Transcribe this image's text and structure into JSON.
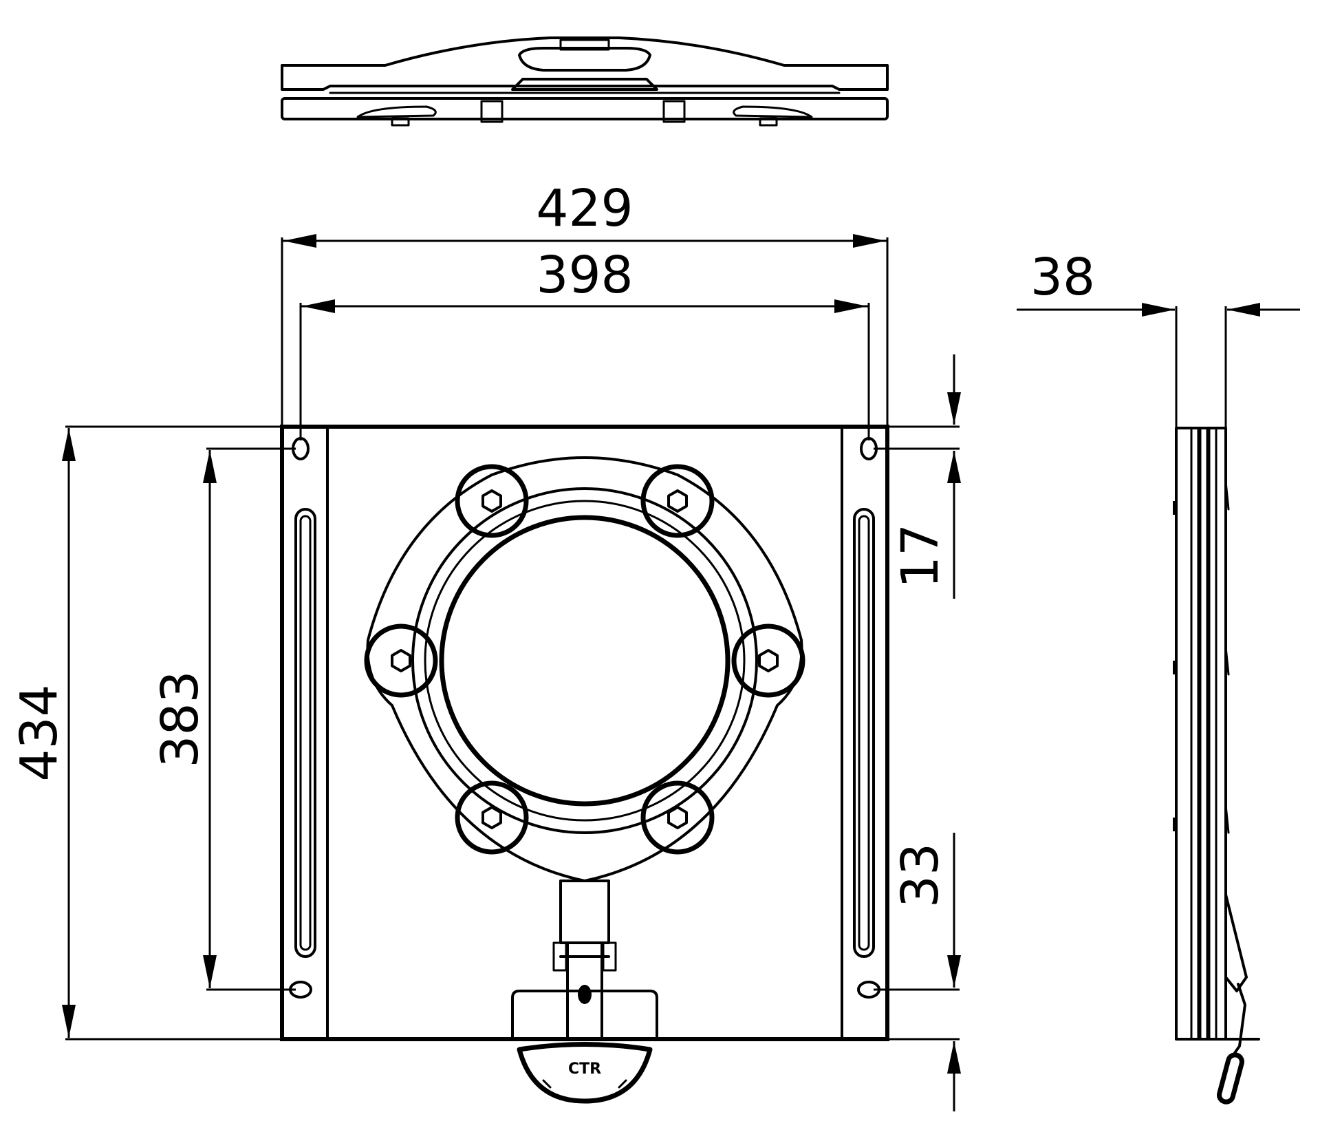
{
  "dimensions": {
    "overall_width": "429",
    "hole_spacing_width": "398",
    "depth": "38",
    "overall_height": "434",
    "hole_spacing_height": "383",
    "top_offset": "17",
    "bottom_offset": "33"
  },
  "logo_text": "CTR",
  "colors": {
    "line": "#000000",
    "background": "#ffffff"
  }
}
